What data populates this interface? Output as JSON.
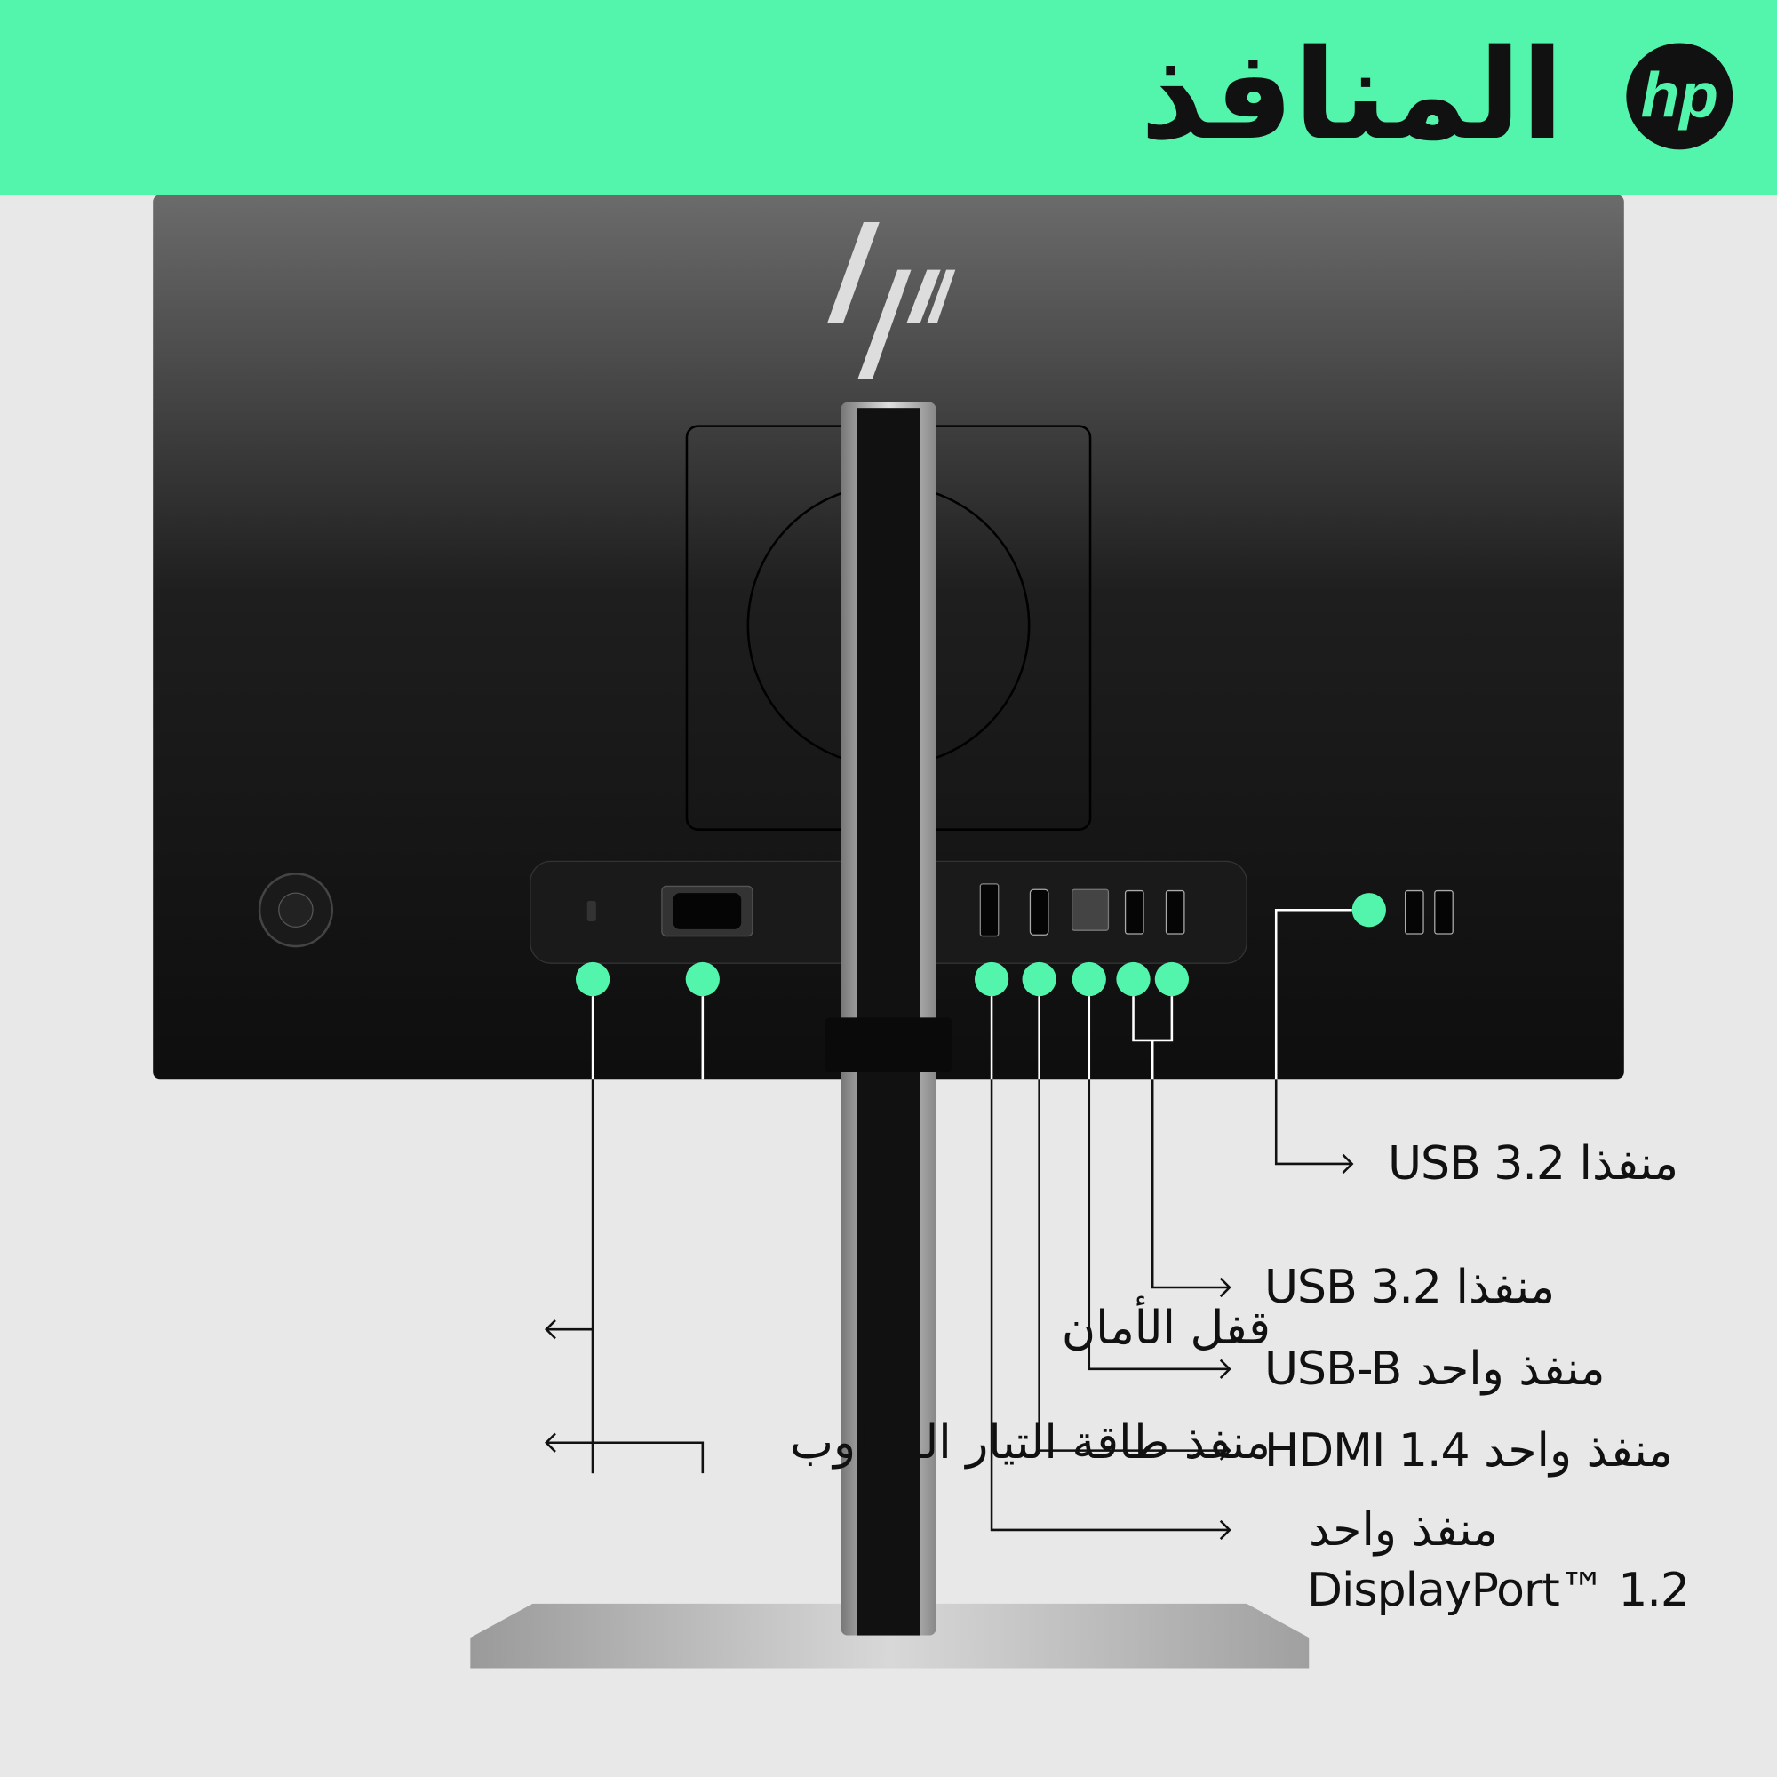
{
  "header": {
    "title": "المنافذ",
    "brand_logo": "hp",
    "background_color": "#52F5AB"
  },
  "colors": {
    "accent": "#52F5AB",
    "background": "#e8e8e8",
    "monitor": "#111111"
  },
  "port_icons": [
    "lock-icon",
    "ac-power-icon",
    "displayport-icon",
    "hdmi-icon",
    "usb-b-icon",
    "usb-icon",
    "usb-icon",
    "usb-icon",
    "usb-charging-icon"
  ],
  "labels": {
    "usb_side": "منفذا USB 3.2",
    "usb_rear": "منفذا USB 3.2",
    "usb_b": "منفذ واحد USB-B",
    "hdmi": "منفذ واحد HDMI 1.4",
    "displayport_line1": "منفذ واحد",
    "displayport_line2": "DisplayPort™ 1.2",
    "security_lock": "قفل الأمان",
    "ac_power": "منفذ طاقة التيار المتناوب"
  }
}
